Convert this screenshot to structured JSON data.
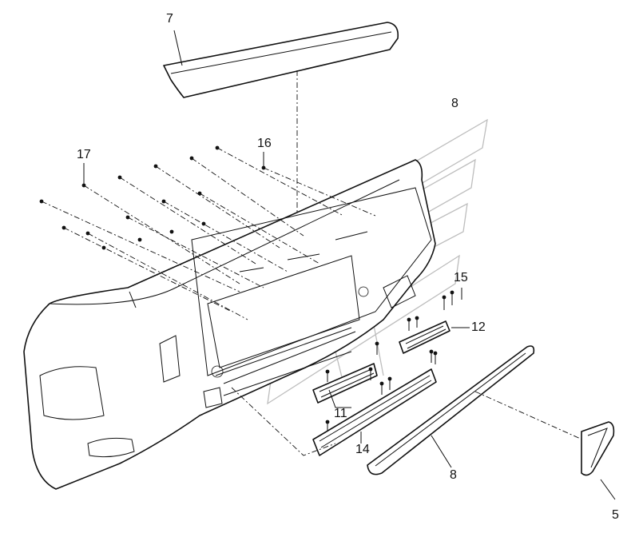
{
  "diagram": {
    "callouts": [
      {
        "id": "c7",
        "label": "7"
      },
      {
        "id": "c16",
        "label": "16"
      },
      {
        "id": "c17",
        "label": "17"
      },
      {
        "id": "c8",
        "label": "8"
      },
      {
        "id": "c15",
        "label": "15"
      },
      {
        "id": "c12",
        "label": "12"
      },
      {
        "id": "c11",
        "label": "11"
      },
      {
        "id": "c14",
        "label": "14"
      },
      {
        "id": "c8b",
        "label": "8"
      },
      {
        "id": "c5",
        "label": "5"
      }
    ]
  }
}
